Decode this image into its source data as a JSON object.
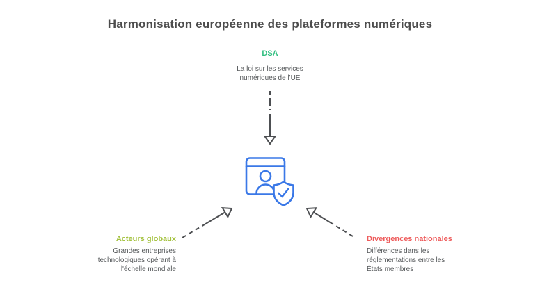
{
  "title": "Harmonisation européenne des plateformes numériques",
  "center": {
    "icon": "browser-user-shield-check-icon"
  },
  "nodes": {
    "dsa": {
      "label": "DSA",
      "description": "La loi sur les services numériques de l'UE",
      "color": "#2FBE7F"
    },
    "global_actors": {
      "label": "Acteurs globaux",
      "description": "Grandes entreprises technologiques opérant à l'échelle mondiale",
      "color": "#A4C23F"
    },
    "national_divergences": {
      "label": "Divergences nationales",
      "description": "Différences dans les réglementations entre les États membres",
      "color": "#EE5B5B"
    }
  },
  "colors": {
    "title": "#4C4C4C",
    "text": "#55585A",
    "arrow": "#4D4F52",
    "icon_blue": "#3A78E7",
    "background": "#FFFFFF"
  }
}
